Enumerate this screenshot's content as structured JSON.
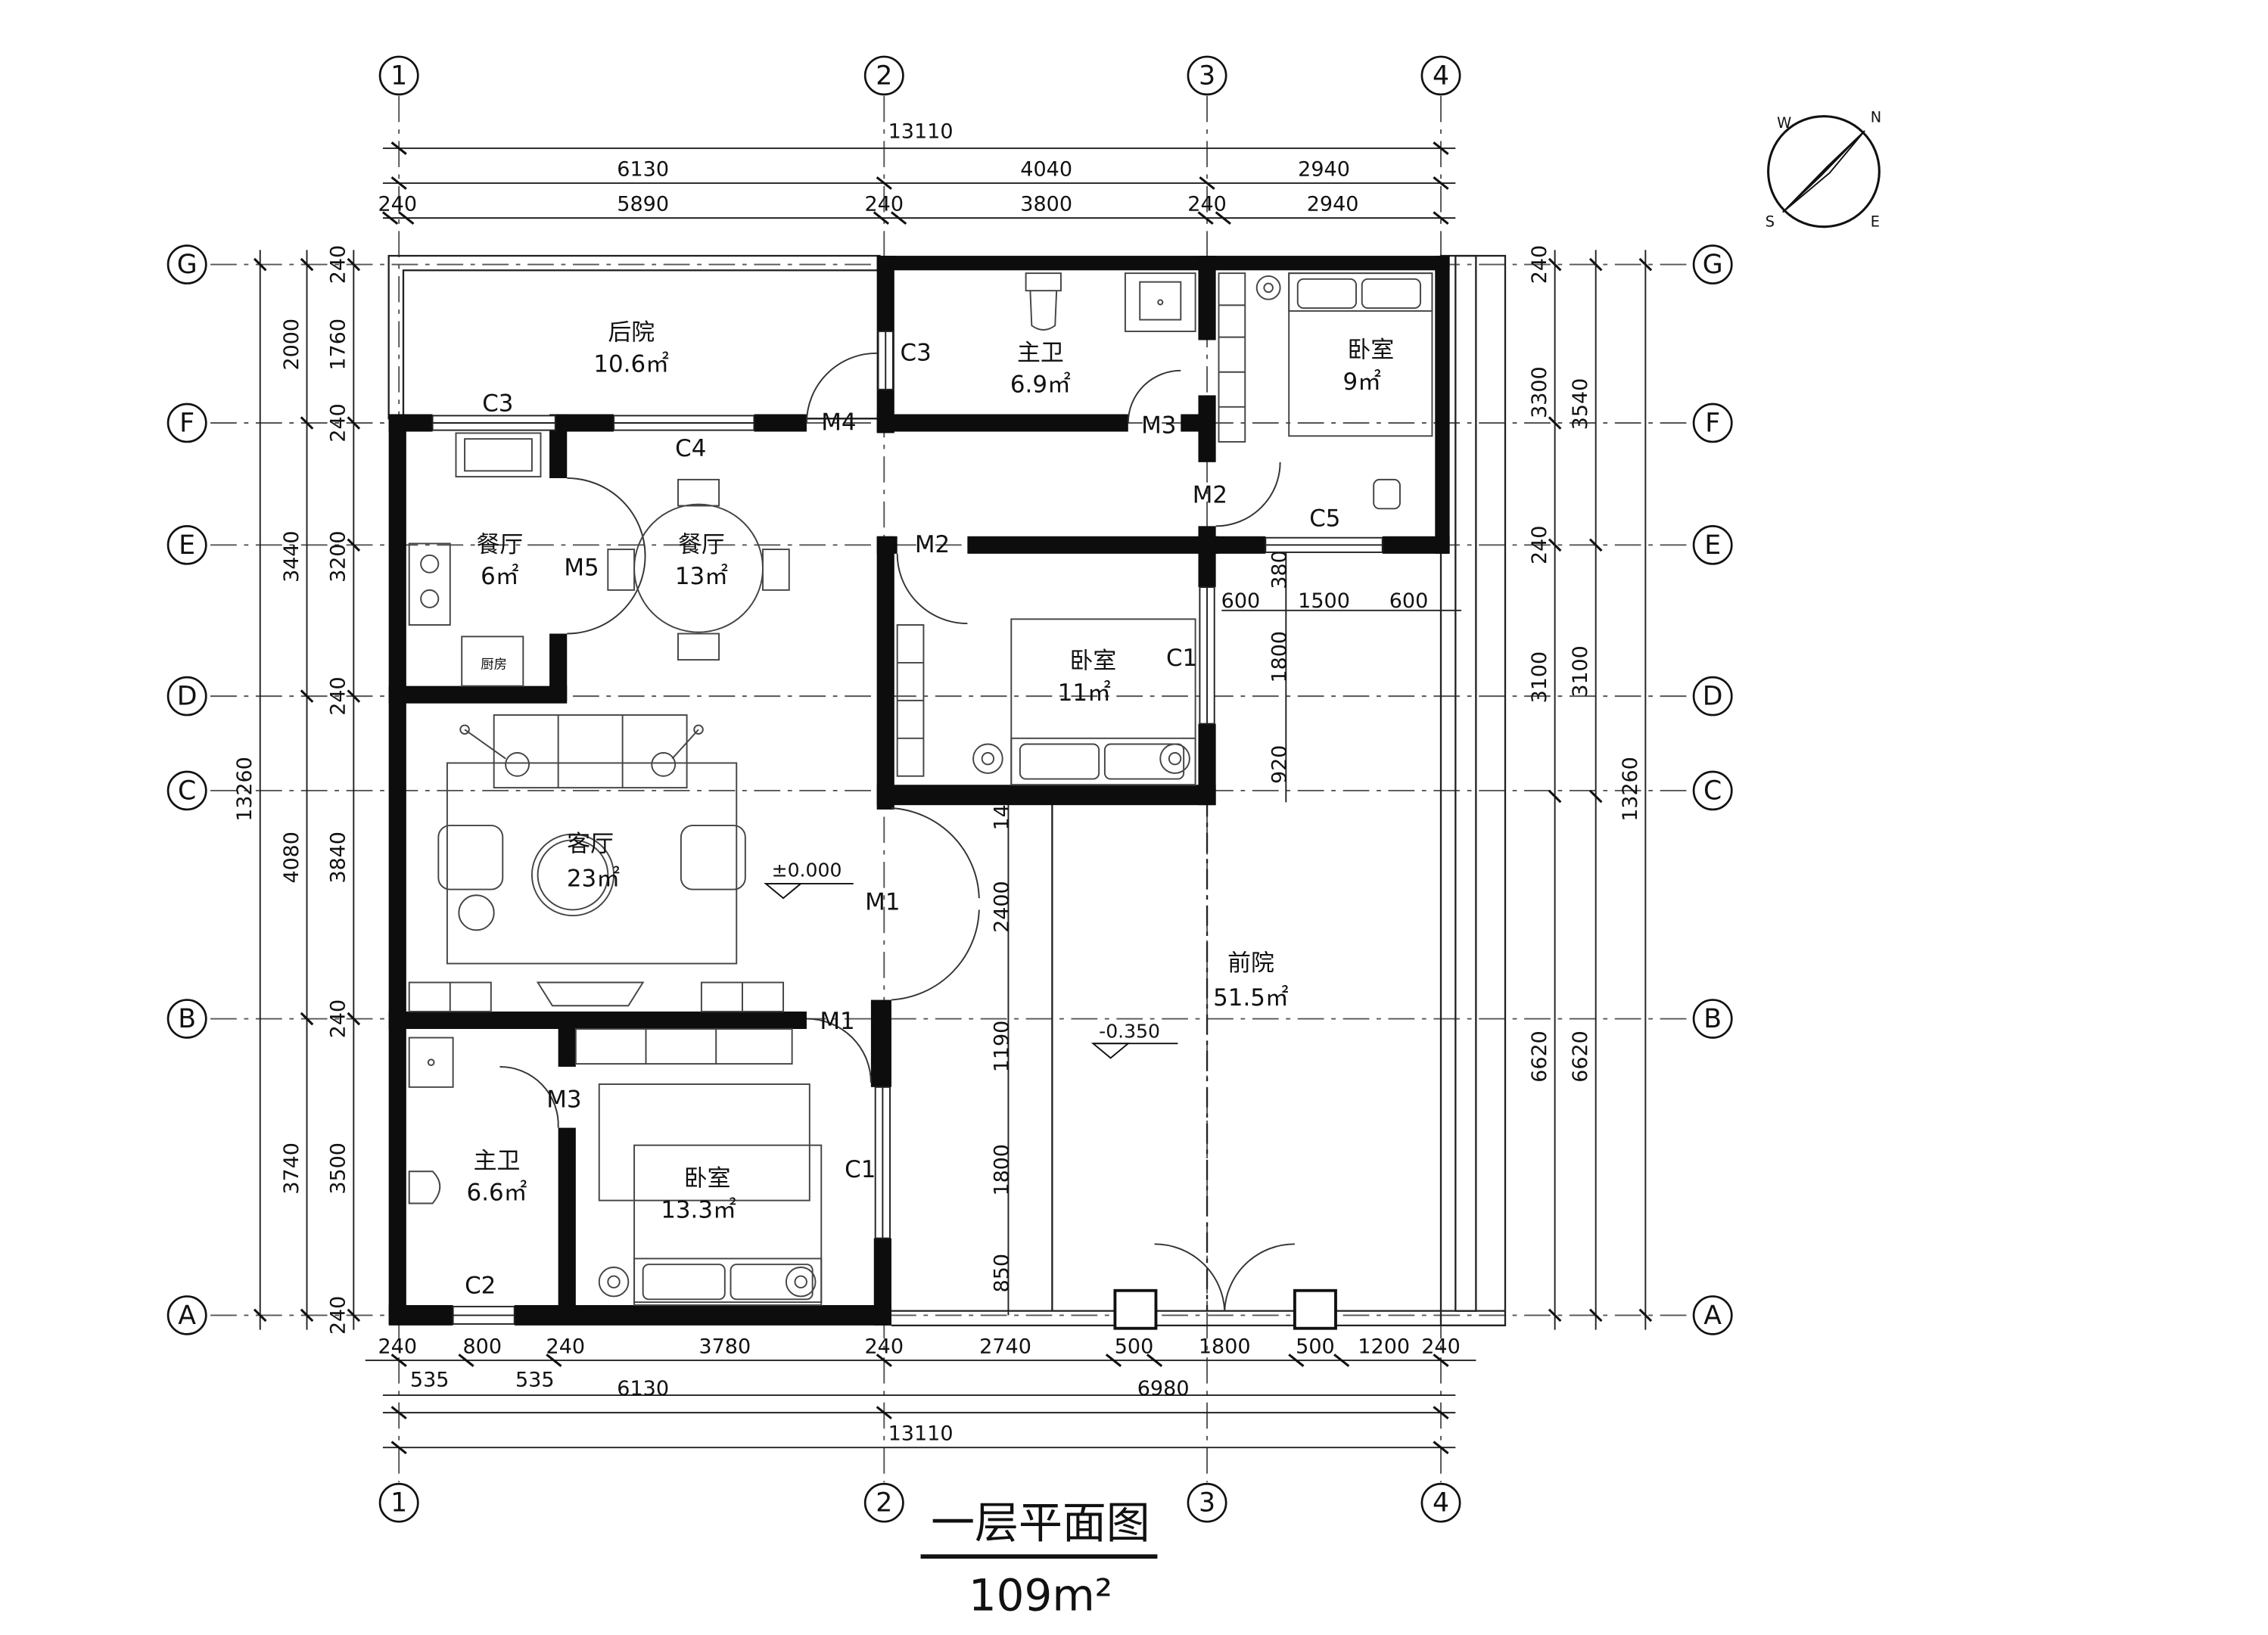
{
  "title": "一层平面图",
  "total_area": "109m²",
  "compass": [
    "W",
    "N",
    "S",
    "E"
  ],
  "axes_x": [
    "1",
    "2",
    "3",
    "4"
  ],
  "axes_y": [
    "G",
    "F",
    "E",
    "D",
    "C",
    "B",
    "A"
  ],
  "top_dims": {
    "total": "13110",
    "row1": [
      "6130",
      "4040",
      "2940"
    ],
    "row2": [
      "240",
      "5890",
      "240",
      "3800",
      "240",
      "2940"
    ]
  },
  "bottom_dims": {
    "row1": [
      "240",
      "800",
      "240",
      "3780",
      "240",
      "2740",
      "500",
      "1800",
      "500",
      "1200",
      "240"
    ],
    "row2": [
      "535",
      "535"
    ],
    "row3": [
      "6130",
      "6980"
    ],
    "total": "13110"
  },
  "left_dims": {
    "inner": [
      "240",
      "1760",
      "240",
      "3200",
      "240",
      "3840",
      "240",
      "3500",
      "240"
    ],
    "outer": [
      "2000",
      "3440",
      "4080",
      "3740"
    ],
    "total": "13260"
  },
  "right_dims": {
    "inner": [
      "240",
      "3300",
      "240",
      "3100",
      "6620"
    ],
    "outer": [
      "3540",
      "3100",
      "6620"
    ],
    "total": "13260"
  },
  "inner_dims": {
    "window_row": [
      "600",
      "1500",
      "600"
    ],
    "vertical": [
      "380",
      "1800",
      "920",
      "140",
      "2400",
      "1190",
      "1800",
      "850"
    ]
  },
  "levels": [
    "±0.000",
    "-0.350"
  ],
  "openings": {
    "windows": [
      "C3",
      "C3",
      "C4",
      "C5",
      "C1",
      "C1",
      "C2"
    ],
    "doors": [
      "M4",
      "M3",
      "M2",
      "M2",
      "M5",
      "M1",
      "M1",
      "M3"
    ]
  },
  "kitchen_label": "厨房",
  "rooms": [
    {
      "name": "后院",
      "area": "10.6㎡"
    },
    {
      "name": "主卫",
      "area": "6.9㎡"
    },
    {
      "name": "卧室",
      "area": "9㎡"
    },
    {
      "name": "餐厅",
      "area": "6㎡"
    },
    {
      "name": "餐厅",
      "area": "13㎡"
    },
    {
      "name": "卧室",
      "area": "11㎡"
    },
    {
      "name": "客厅",
      "area": "23㎡"
    },
    {
      "name": "前院",
      "area": "51.5㎡"
    },
    {
      "name": "主卫",
      "area": "6.6㎡"
    },
    {
      "name": "卧室",
      "area": "13.3㎡"
    }
  ]
}
